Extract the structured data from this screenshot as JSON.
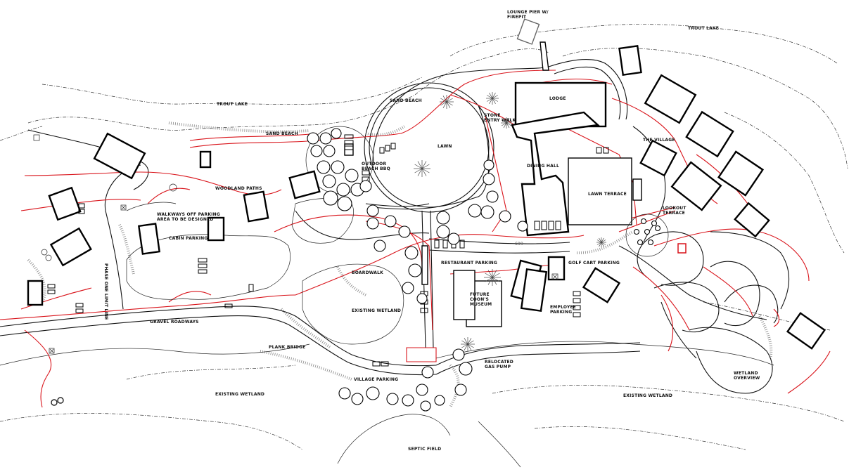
{
  "labels": {
    "lounge_pier": "LOUNGE PIER W/\nFIREPIT",
    "trout_lake_left": "TROUT LAKE",
    "trout_lake_right": "TROUT LAKE",
    "sand_beach_top": "SAND BEACH",
    "sand_beach_left": "SAND BEACH",
    "lodge": "LODGE",
    "stone_entry_walk": "STONE\nENTRY WALK",
    "lawn": "LAWN",
    "the_village": "THE VILLAGE",
    "outdoor_bbq": "OUTDOOR\nBEACH BBQ",
    "dining_hall": "DINING HALL",
    "lawn_terrace": "LAWN TERRACE",
    "woodland_paths": "WOODLAND PATHS",
    "walkways": "WALKWAYS OFF PARKING\nAREA TO BE DESIGNED",
    "lookout_terrace": "LOOKOUT\nTERRACE",
    "cabin_parking": "CABIN PARKING",
    "restaurant_parking": "RESTAURANT PARKING",
    "golf_cart_parking": "GOLF CART PARKING",
    "boardwalk": "BOARDWALK",
    "phase_one_limit": "PHASE ONE LIMIT LINE",
    "future_museum": "FUTURE\nCOON'S\nMUSEUM",
    "employee_parking": "EMPLOYEE\nPARKING",
    "existing_wetland_center": "EXISTING WETLAND",
    "gravel_roadways": "GRAVEL ROADWAYS",
    "plank_bridge": "PLANK BRIDGE",
    "relocated_gas_pump": "RELOCATED\nGAS PUMP",
    "village_parking": "VILLAGE PARKING",
    "wetland_overview": "WETLAND\nOVERVIEW",
    "existing_wetland_left": "EXISTING WETLAND",
    "existing_wetland_right": "EXISTING WETLAND",
    "septic_field": "SEPTIC FIELD",
    "spot_elevation": "699"
  },
  "colors": {
    "linework": "#111111",
    "proposed_redline": "#d9141b",
    "background": "#ffffff"
  }
}
